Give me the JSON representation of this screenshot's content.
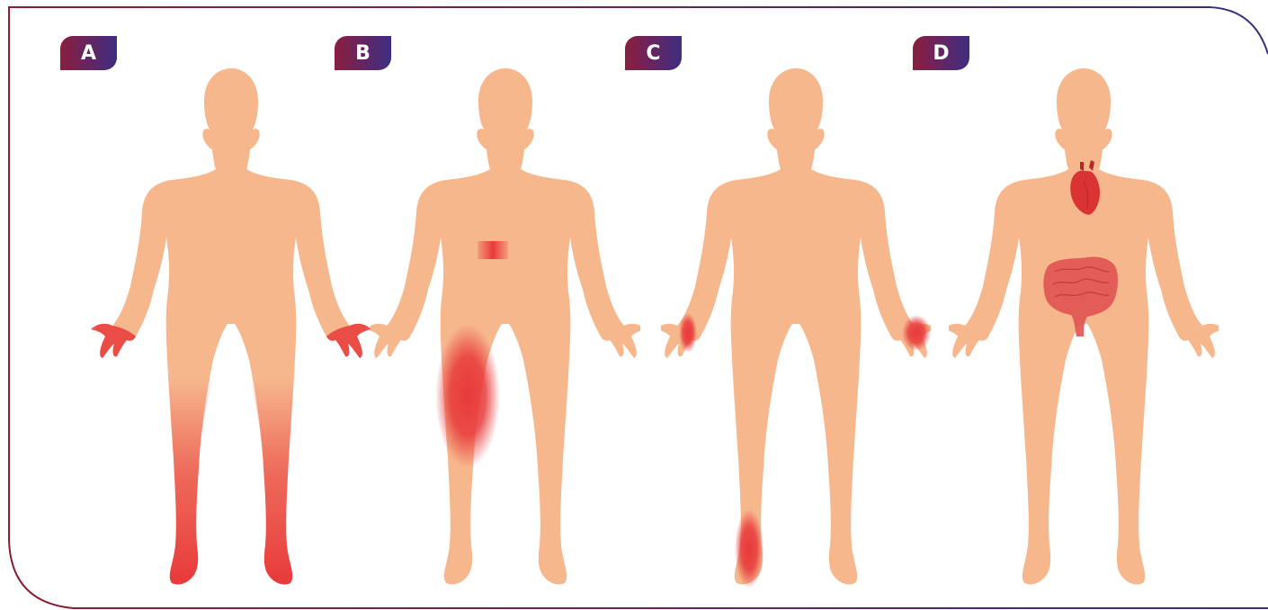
{
  "panels": [
    {
      "id": "A",
      "label": "A",
      "highlight": "hands-and-lower-legs"
    },
    {
      "id": "B",
      "label": "B",
      "highlight": "lower-back-and-right-thigh"
    },
    {
      "id": "C",
      "label": "C",
      "highlight": "right-wrist-left-hand-and-right-ankle"
    },
    {
      "id": "D",
      "label": "D",
      "highlight": "heart-and-intestines"
    }
  ],
  "colors": {
    "skin": "#F6B78D",
    "pain": "#E8393A",
    "organ": "#D93333",
    "frame_start": "#8B1E2F",
    "frame_end": "#3A2E7A",
    "badge_start": "#8B1E3F",
    "badge_end": "#3D2D82"
  }
}
